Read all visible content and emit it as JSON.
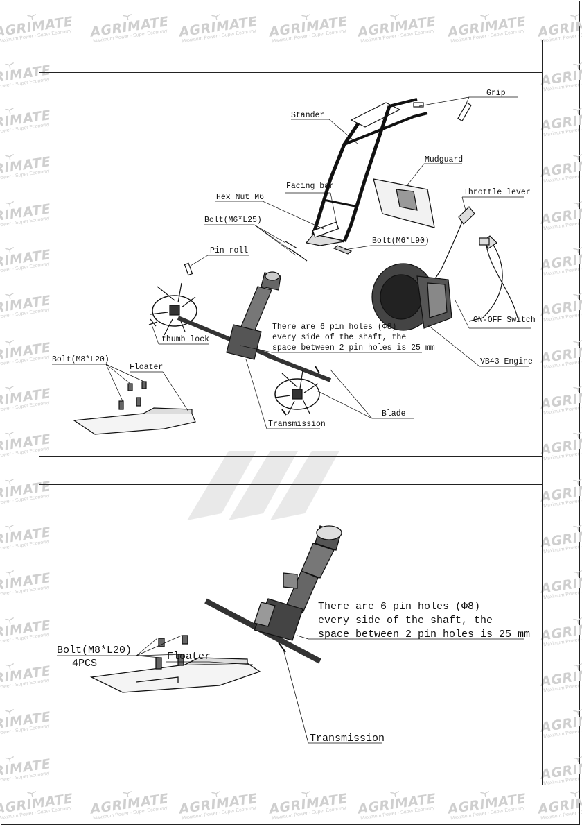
{
  "watermark": {
    "brand": "AGRIMATE",
    "tagline": "Maximum Power · Super Economy"
  },
  "top_diagram": {
    "labels": {
      "grip": "Grip",
      "stander": "Stander",
      "mudguard": "Mudguard",
      "hex_nut": "Hex Nut M6",
      "facing_bar": "Facing bar",
      "throttle_lever": "Throttle lever",
      "bolt_m6_l25": "Bolt(M6*L25)",
      "bolt_m6_l90": "Bolt(M6*L90)",
      "pin_roll": "Pin roll",
      "note_line1": "There are 6  pin holes (Φ8)",
      "note_line2": "every side of the shaft,  the",
      "note_line3": "space between 2 pin holes is 25 mm",
      "on_off_switch": "ON-OFF Switch",
      "thumb_lock": "thumb lock",
      "bolt_m8_l20": "Bolt(M8*L20)",
      "floater": "Floater",
      "vb43_engine": "VB43 Engine",
      "blade": "Blade",
      "transmission": "Transmission"
    }
  },
  "bottom_diagram": {
    "labels": {
      "note_line1": "There are 6  pin holes (Φ8)",
      "note_line2": "every side of the shaft,  the",
      "note_line3": "space between 2 pin holes is 25 mm",
      "bolt_m8_l20": "Bolt(M8*L20)",
      "bolt_qty": "4PCS",
      "floater": "Floater",
      "transmission": "Transmission"
    }
  }
}
